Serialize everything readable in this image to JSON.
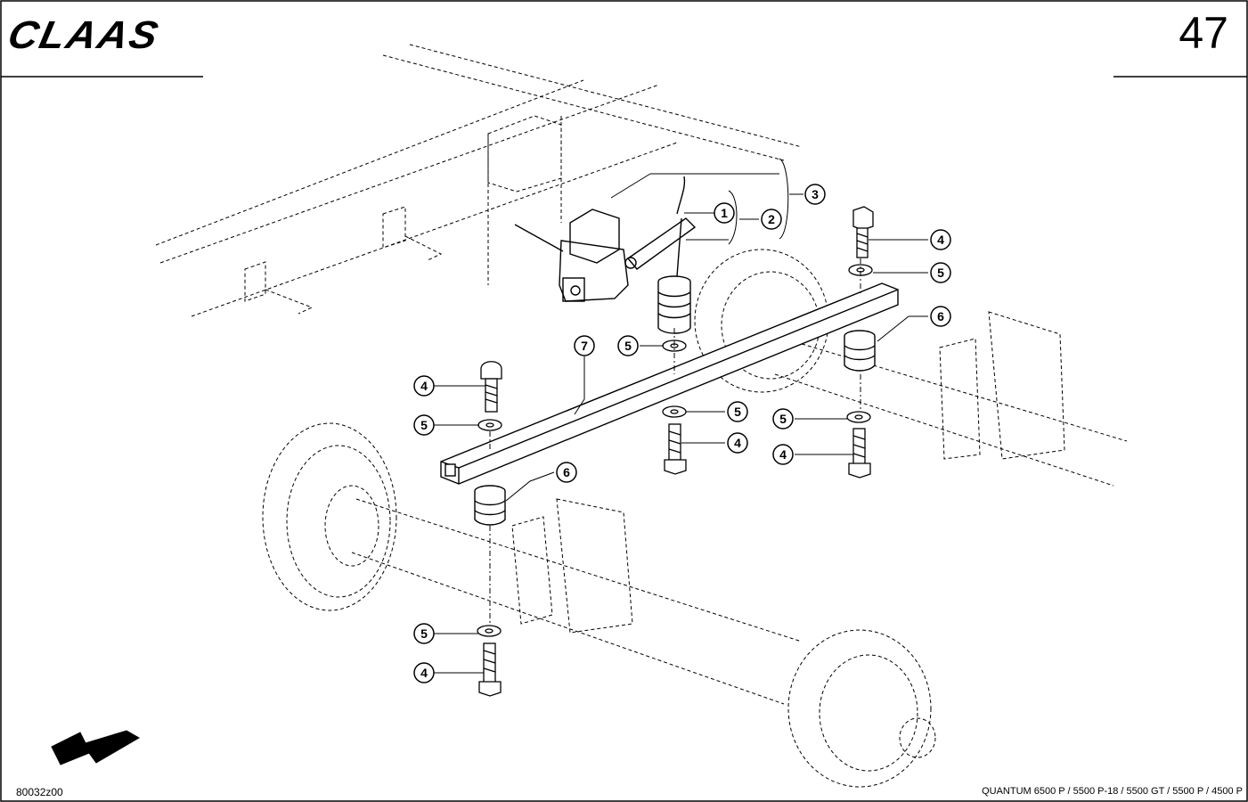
{
  "header": {
    "brand": "CLAAS",
    "page_number": "47"
  },
  "footer": {
    "drawing_number": "80032z00",
    "models": "QUANTUM 6500 P / 5500 P-18 / 5500 GT / 5500 P / 4500 P"
  },
  "callouts": [
    {
      "label": "1"
    },
    {
      "label": "2"
    },
    {
      "label": "3"
    },
    {
      "label": "4"
    },
    {
      "label": "5"
    },
    {
      "label": "6"
    },
    {
      "label": "7"
    }
  ]
}
